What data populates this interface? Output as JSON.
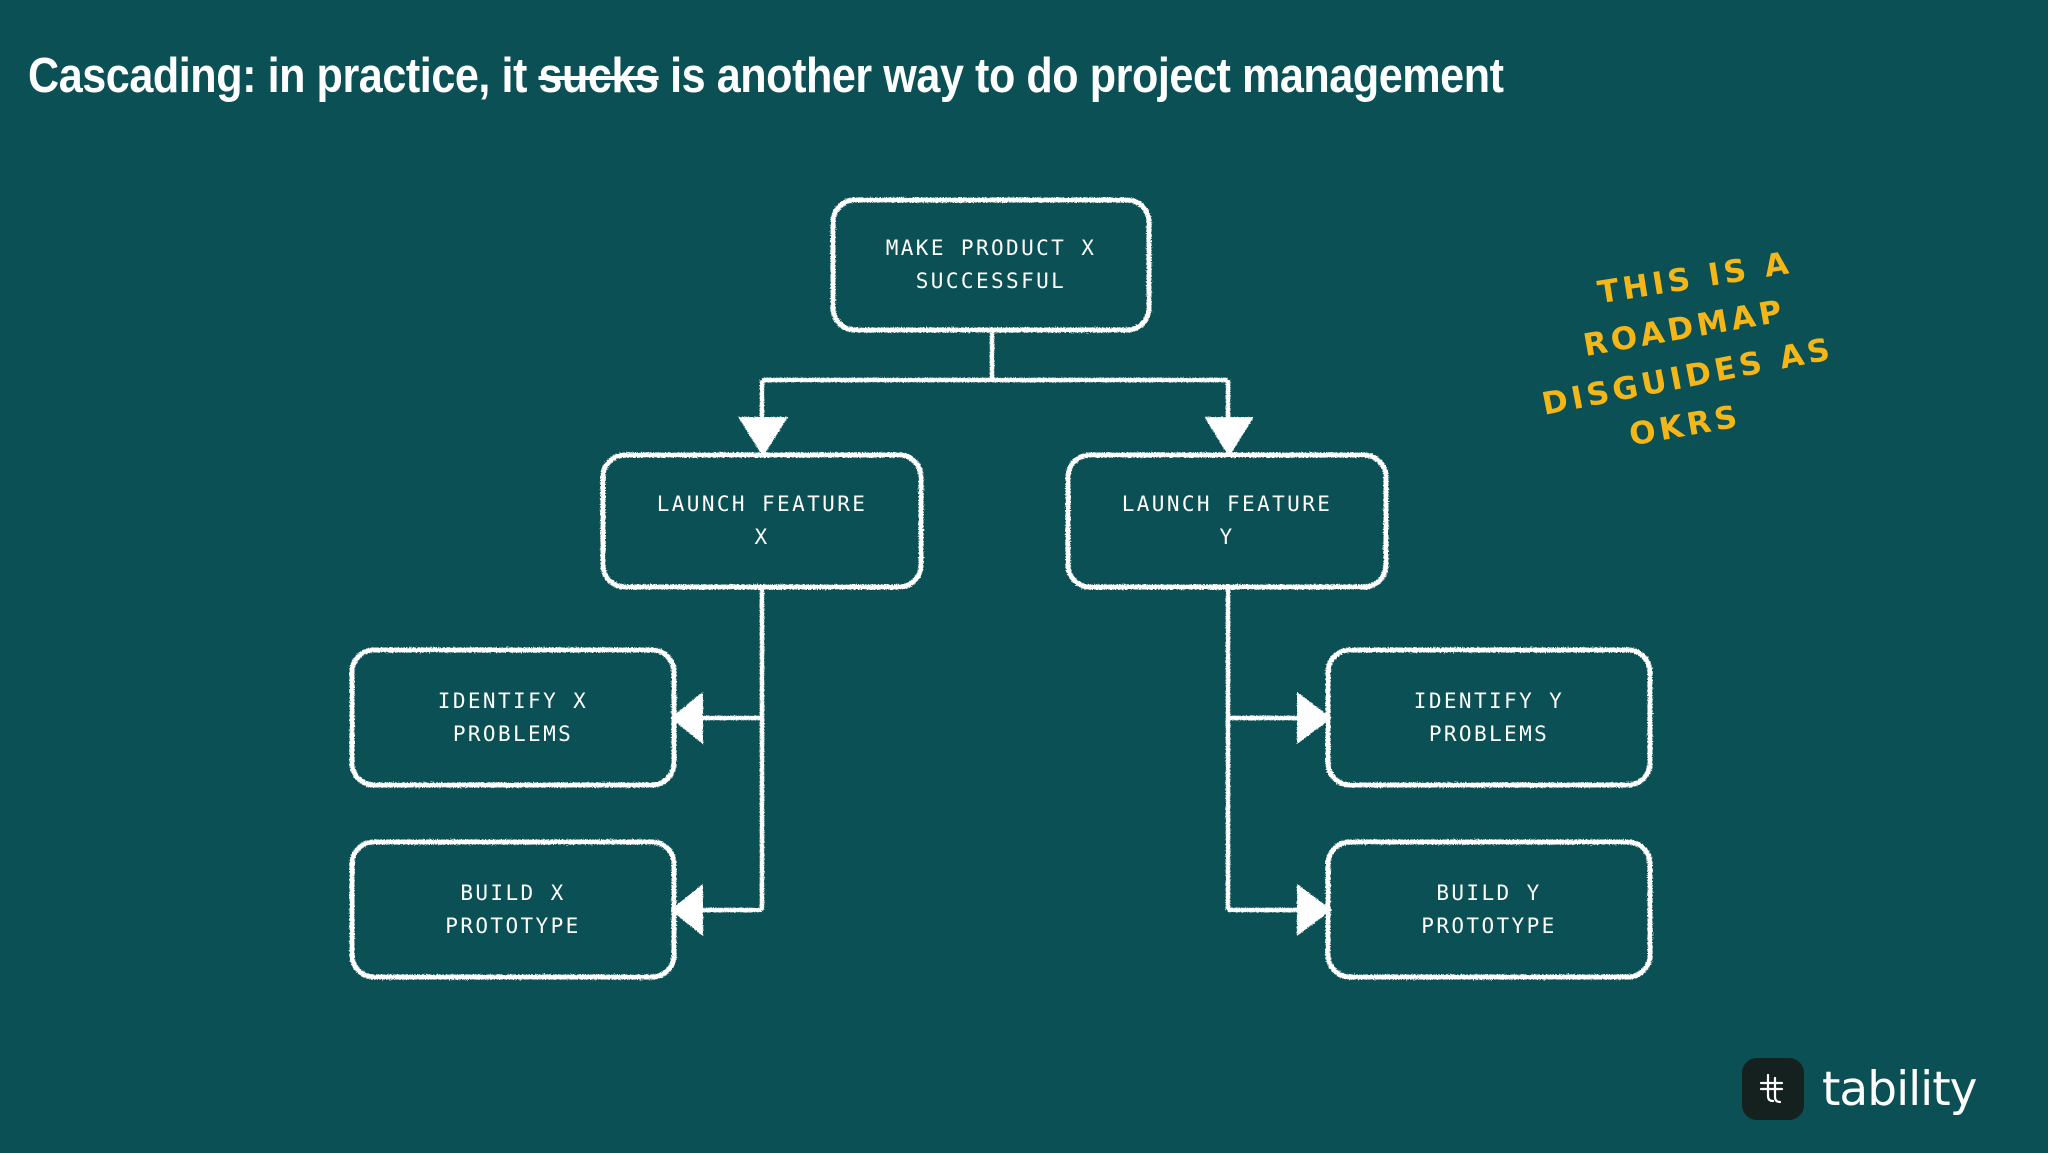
{
  "page": {
    "background_color": "#0a5055",
    "ink_color": "#ffffff",
    "accent_color": "#f5b617"
  },
  "title": {
    "before": "Cascading: in practice, it ",
    "struck": "sucks",
    "after": " is another way to do project management",
    "full": "Cascading: in practice, it sucks is another way to do project management"
  },
  "diagram": {
    "type": "tree",
    "nodes": [
      {
        "id": "root",
        "label": "MAKE PRODUCT X\nSUCCESSFUL",
        "level": 0
      },
      {
        "id": "feature-x",
        "label": "LAUNCH FEATURE\nX",
        "level": 1
      },
      {
        "id": "feature-y",
        "label": "LAUNCH FEATURE\nY",
        "level": 1
      },
      {
        "id": "identify-x",
        "label": "IDENTIFY X\nPROBLEMS",
        "level": 2
      },
      {
        "id": "build-x",
        "label": "BUILD X\nPROTOTYPE",
        "level": 2
      },
      {
        "id": "identify-y",
        "label": "IDENTIFY Y\nPROBLEMS",
        "level": 2
      },
      {
        "id": "build-y",
        "label": "BUILD Y\nPROTOTYPE",
        "level": 2
      }
    ],
    "edges": [
      {
        "from": "root",
        "to": "feature-x",
        "direction": "down"
      },
      {
        "from": "root",
        "to": "feature-y",
        "direction": "down"
      },
      {
        "from": "feature-x",
        "to": "identify-x",
        "direction": "left"
      },
      {
        "from": "feature-x",
        "to": "build-x",
        "direction": "left"
      },
      {
        "from": "feature-y",
        "to": "identify-y",
        "direction": "right"
      },
      {
        "from": "feature-y",
        "to": "build-y",
        "direction": "right"
      }
    ]
  },
  "annotation": {
    "line1": "THIS IS A",
    "line2": "ROADMAP",
    "line3": "DISGUIDES AS",
    "line4": "OKRS",
    "color": "#f5b617"
  },
  "logo": {
    "name": "tability",
    "mark": "tability-logo-mark"
  }
}
